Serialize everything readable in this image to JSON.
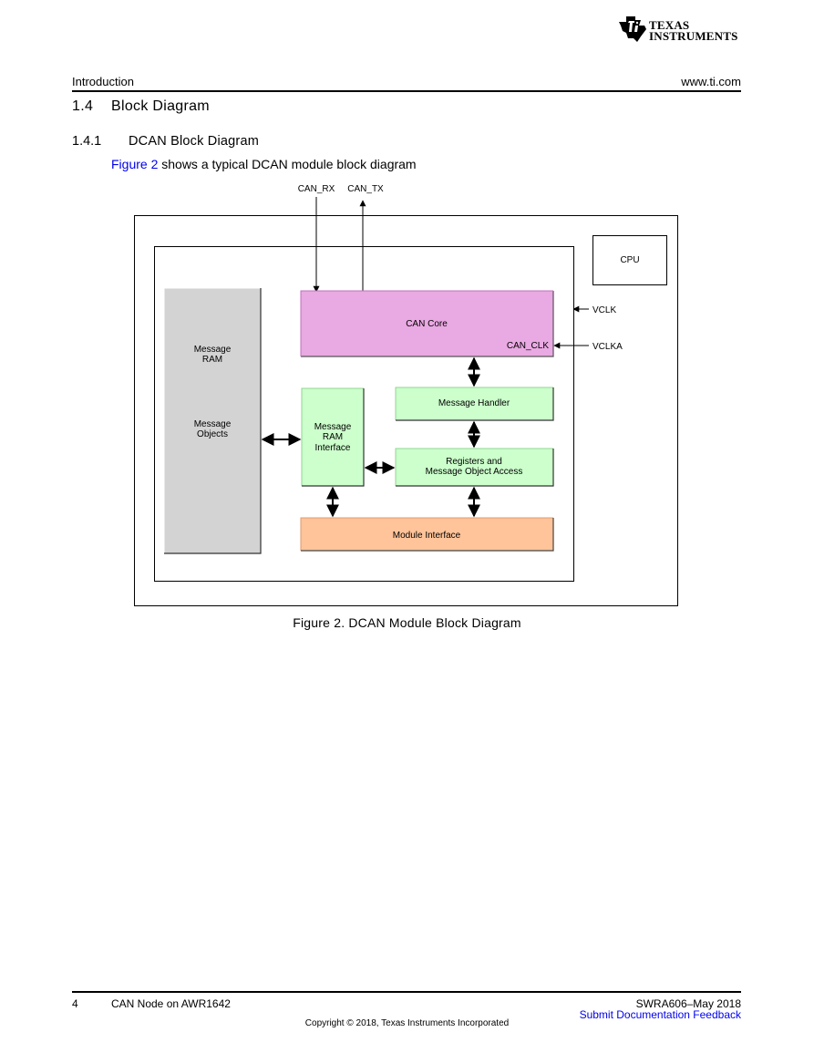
{
  "brand": {
    "line1": "Texas",
    "line2": "Instruments"
  },
  "header": {
    "section": "Introduction",
    "website": "www.ti.com"
  },
  "section": {
    "number": "1.4",
    "title": "Block Diagram"
  },
  "subsection": {
    "number": "1.4.1",
    "title": "DCAN Block Diagram"
  },
  "paragraph": {
    "link_text": "Figure 2",
    "rest": " shows a typical DCAN module block diagram"
  },
  "diagram": {
    "can_rx": "CAN_RX",
    "can_tx": "CAN_TX",
    "cpu": "CPU",
    "vclk": "VCLK",
    "vclka": "VCLKA",
    "can_core": "CAN Core",
    "can_clk": "CAN_CLK",
    "message_ram_l1": "Message",
    "message_ram_l2": "RAM",
    "message_objects_l1": "Message",
    "message_objects_l2": "Objects",
    "ram_interface_l1": "Message",
    "ram_interface_l2": "RAM",
    "ram_interface_l3": "Interface",
    "message_handler": "Message Handler",
    "registers_l1": "Registers and",
    "registers_l2": "Message Object Access",
    "module_interface": "Module Interface",
    "colors": {
      "can_core": "#e9a9e2",
      "message_ram": "#d3d3d3",
      "handler_green": "#ccffcc",
      "module_interface": "#ffc499"
    }
  },
  "caption": "Figure 2. DCAN Module Block Diagram",
  "footer": {
    "page": "4",
    "doc_title": "CAN Node on AWR1642",
    "doc_id": "SWRA606–May 2018",
    "feedback": "Submit Documentation Feedback",
    "copyright": "Copyright © 2018, Texas Instruments Incorporated"
  }
}
